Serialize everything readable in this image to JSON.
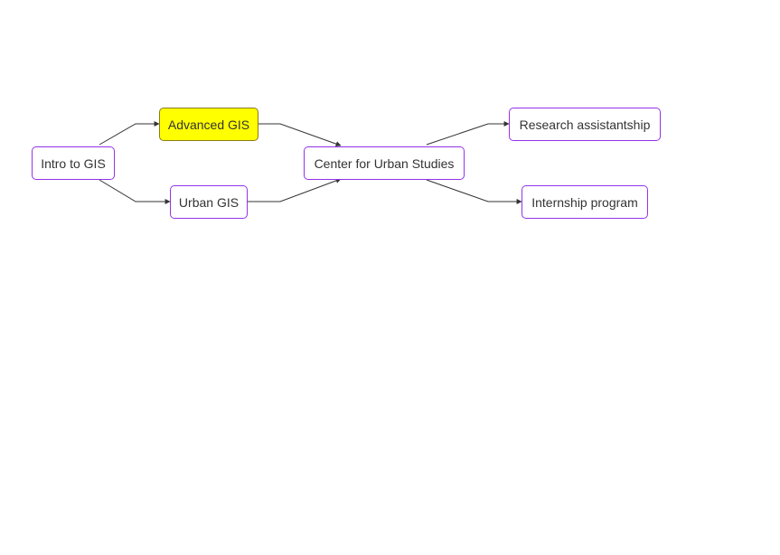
{
  "diagram": {
    "nodes": {
      "intro_gis": {
        "label": "Intro to GIS"
      },
      "advanced_gis": {
        "label": "Advanced GIS",
        "highlight_color": "#ffff00"
      },
      "urban_gis": {
        "label": "Urban GIS"
      },
      "center_urban": {
        "label": "Center for Urban Studies"
      },
      "research": {
        "label": "Research assistantship"
      },
      "internship": {
        "label": "Internship program"
      }
    },
    "edges": [
      {
        "from": "intro_gis",
        "to": "advanced_gis"
      },
      {
        "from": "intro_gis",
        "to": "urban_gis"
      },
      {
        "from": "advanced_gis",
        "to": "center_urban"
      },
      {
        "from": "urban_gis",
        "to": "center_urban"
      },
      {
        "from": "center_urban",
        "to": "research"
      },
      {
        "from": "center_urban",
        "to": "internship"
      }
    ],
    "colors": {
      "node_border": "#9333ea",
      "edge": "#333333",
      "highlight": "#ffff00"
    }
  }
}
